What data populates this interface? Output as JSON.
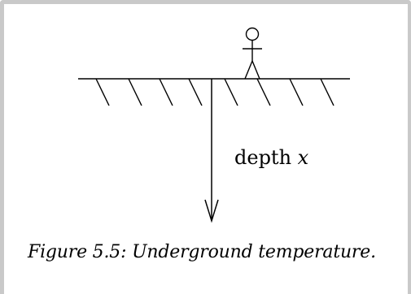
{
  "diagram": {
    "depth_word": "depth",
    "depth_var": "x"
  },
  "caption": {
    "text": "Figure 5.5: Underground temperature."
  },
  "colors": {
    "frame": "#c9c9c9",
    "ink": "#000000"
  }
}
